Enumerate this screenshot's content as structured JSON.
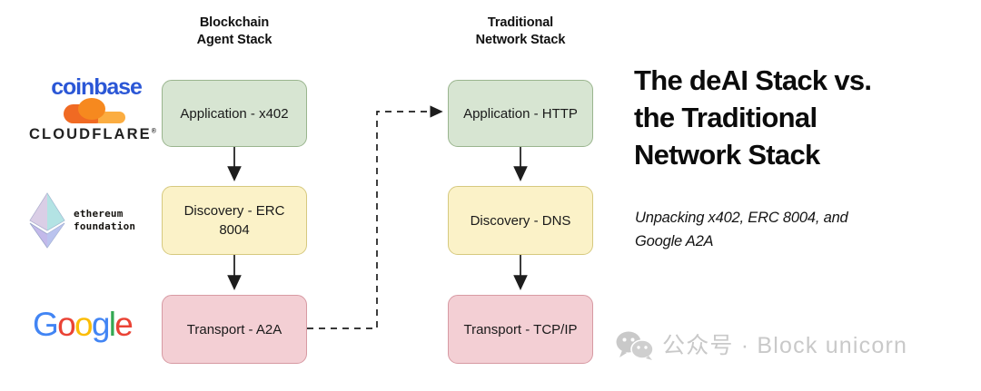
{
  "diagram": {
    "columns": [
      {
        "title_line1": "Blockchain",
        "title_line2": "Agent Stack"
      },
      {
        "title_line1": "Traditional",
        "title_line2": "Network Stack"
      }
    ],
    "nodes": {
      "left": [
        {
          "label": "Application - x402",
          "color": "#d7e5d2",
          "layer": "application"
        },
        {
          "label": "Discovery - ERC 8004",
          "color": "#fbf2c8",
          "layer": "discovery"
        },
        {
          "label": "Transport - A2A",
          "color": "#f3cfd4",
          "layer": "transport"
        }
      ],
      "right": [
        {
          "label": "Application - HTTP",
          "color": "#d7e5d2",
          "layer": "application"
        },
        {
          "label": "Discovery - DNS",
          "color": "#fbf2c8",
          "layer": "discovery"
        },
        {
          "label": "Transport - TCP/IP",
          "color": "#f3cfd4",
          "layer": "transport"
        }
      ]
    },
    "logos": [
      {
        "name": "coinbase",
        "text": "coinbase"
      },
      {
        "name": "cloudflare",
        "text": "CLOUDFLARE"
      },
      {
        "name": "ethereum-foundation",
        "line1": "ethereum",
        "line2": "foundation"
      },
      {
        "name": "google",
        "letters": [
          "G",
          "o",
          "o",
          "g",
          "l",
          "e"
        ]
      }
    ]
  },
  "panel": {
    "headline_line1": "The deAI Stack vs.",
    "headline_line2": "the Traditional",
    "headline_line3": "Network Stack",
    "subhead_line1": "Unpacking x402, ERC 8004, and",
    "subhead_line2": "Google A2A"
  },
  "watermark": {
    "text": "公众号 · Block unicorn",
    "color": "#c9c9c9"
  }
}
